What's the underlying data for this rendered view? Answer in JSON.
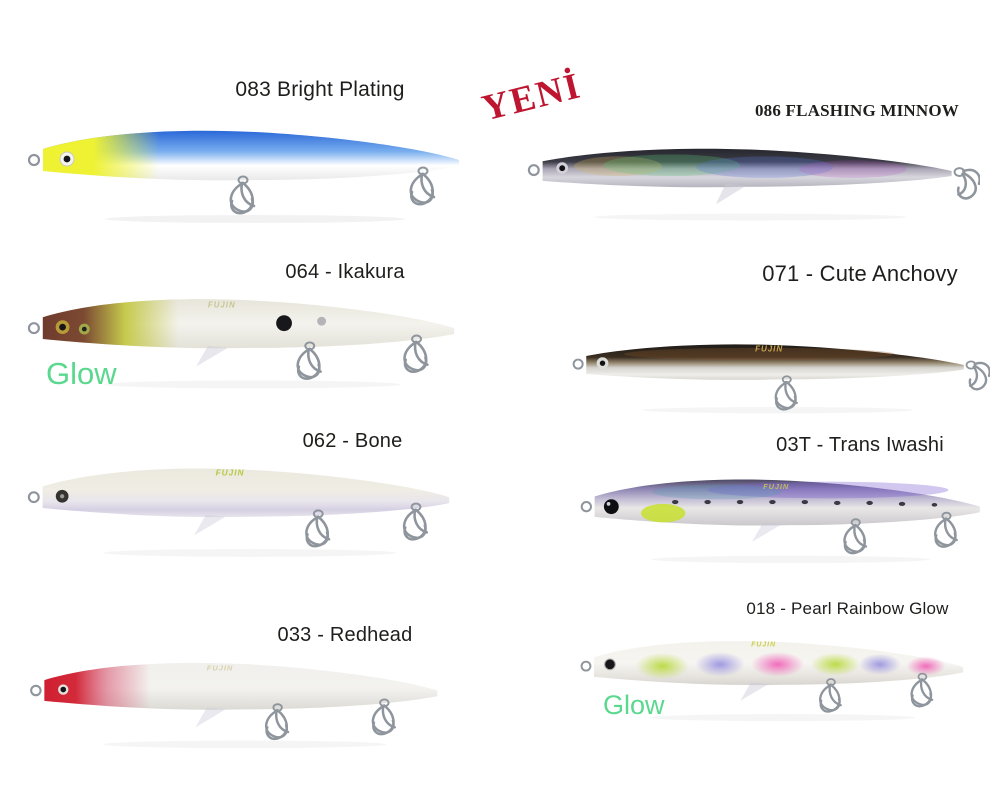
{
  "page": {
    "background_color": "#ffffff"
  },
  "brand_mark": {
    "text": "FUJIN"
  },
  "new_badge": {
    "text": "YENİ",
    "color": "#be1531"
  },
  "glow_badge": {
    "text": "Glow",
    "color": "#5ad88e"
  },
  "label_color": "#1e1e1c",
  "hook_color": "#8f959d",
  "products": [
    {
      "code": "083",
      "name": "Bright Plating",
      "label": "083 Bright Plating",
      "is_new": false,
      "glow": false,
      "palette": {
        "head": "#eef233",
        "back": "#2a68d8",
        "mid": "#79aeee",
        "belly": "#ffffff"
      }
    },
    {
      "code": "086",
      "name": "FLASHING MINNOW",
      "label": "086 FLASHING MINNOW",
      "is_new": true,
      "glow": false,
      "palette": {
        "back": "#26262e",
        "mid": "#a9a5b5",
        "belly": "#d8d6dd"
      }
    },
    {
      "code": "064",
      "name": "Ikakura",
      "label": "064 - Ikakura",
      "is_new": false,
      "glow": true,
      "palette": {
        "head": "#6f3b2e",
        "accent": "#c6ca4d",
        "body": "#f3f2ec"
      }
    },
    {
      "code": "071",
      "name": "Cute Anchovy",
      "label": "071 - Cute Anchovy",
      "is_new": false,
      "glow": false,
      "palette": {
        "back": "#201c18",
        "mid": "#96886f",
        "belly": "#efeeea"
      }
    },
    {
      "code": "062",
      "name": "Bone",
      "label": "062 - Bone",
      "is_new": false,
      "glow": false,
      "palette": {
        "body": "#efede4",
        "belly": "#d5cfe2"
      }
    },
    {
      "code": "03T",
      "name": "Trans Iwashi",
      "label": "03T - Trans Iwashi",
      "is_new": false,
      "glow": false,
      "palette": {
        "back": "#4c4860",
        "mid": "#8d84b2",
        "belly": "#e9e7e6",
        "accent": "#c8e02e"
      }
    },
    {
      "code": "033",
      "name": "Redhead",
      "label": "033 - Redhead",
      "is_new": false,
      "glow": false,
      "palette": {
        "head": "#cf1f30",
        "body": "#f3f2ef"
      }
    },
    {
      "code": "018",
      "name": "Pearl Rainbow Glow",
      "label": "018 - Pearl Rainbow Glow",
      "is_new": false,
      "glow": true,
      "palette": {
        "body": "#f6f5f1",
        "blotch_green": "#b6d836",
        "blotch_purple": "#928ade",
        "blotch_pink": "#ef55b2"
      }
    }
  ]
}
